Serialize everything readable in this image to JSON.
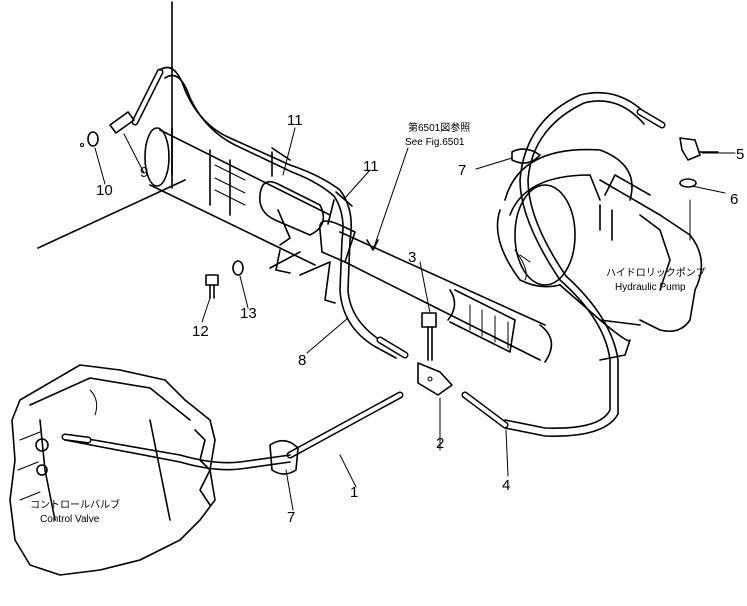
{
  "callouts": {
    "n1": "1",
    "n2": "2",
    "n3": "3",
    "n4": "4",
    "n5": "5",
    "n6": "6",
    "n7a": "7",
    "n7b": "7",
    "n8": "8",
    "n9": "9",
    "n10": "10",
    "n11a": "11",
    "n11b": "11",
    "n12": "12",
    "n13": "13"
  },
  "references": {
    "fig_ref_jp": "第6501図参照",
    "fig_ref_en": "See Fig.6501"
  },
  "components": {
    "pump_jp": "ハイドロリックポンプ",
    "pump_en": "Hydraulic Pump",
    "valve_jp": "コントロールバルブ",
    "valve_en": "Control Valve"
  }
}
